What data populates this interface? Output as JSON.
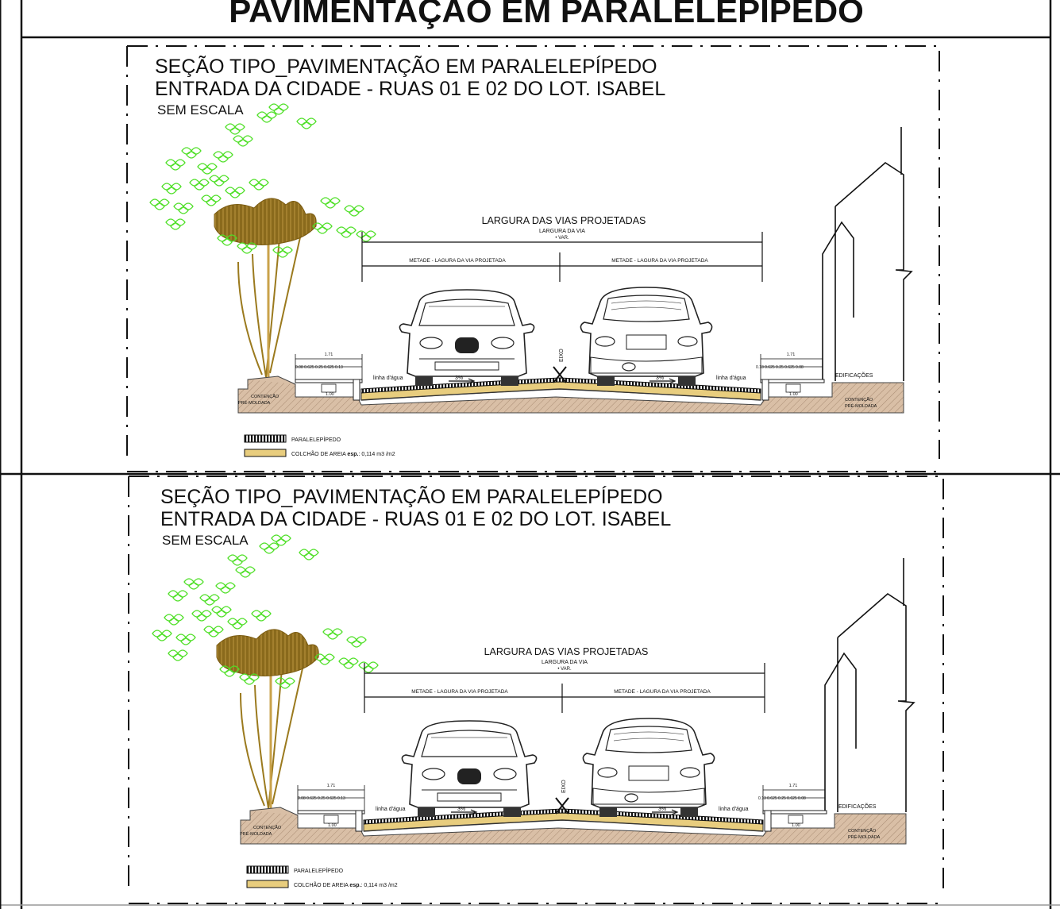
{
  "sheet": {
    "header_title": "PAVIMENTAÇÃO EM PARALELEPÍPEDO"
  },
  "sections": [
    {
      "title_line1": "SEÇÃO TIPO_PAVIMENTAÇÃO EM PARALELEPÍPEDO",
      "title_line2": "ENTRADA DA CIDADE - RUAS 01 E 02 DO LOT. ISABEL",
      "scale_note": "SEM ESCALA",
      "width_title": "LARGURA DAS VIAS PROJETADAS",
      "road_width_label": "LARGURA DA VIA",
      "road_width_value": "• VAR.",
      "half_left": "METADE - LAGURA DA VIA PROJETADA",
      "half_right": "METADE - LAGURA DA VIA PROJETADA",
      "axis_label": "EIXO",
      "slope_left": "3%",
      "slope_right": "3%",
      "gutter_left": "linha d'água",
      "gutter_right": "linha d'água",
      "sidewalk_left_total": "1.71",
      "sidewalk_left_parts": "0.08 0.625   0.25   0.625 0.13",
      "sidewalk_left_sub": "1.00",
      "sidewalk_right_total": "1.71",
      "sidewalk_right_parts": "0.13 0.625   0.25   0.625 0.08",
      "sidewalk_right_sub": "1.00",
      "buildings_label": "EDIFICAÇÕES",
      "containment_left_1": "CONTENÇÃO",
      "containment_left_2": "PRÉ-MOLDADA",
      "containment_right_1": "CONTENÇÃO",
      "containment_right_2": "PRÉ-MOLDADA",
      "legend_1": "PARALELEPÍPEDO",
      "legend_2_a": "COLCHÃO DE AREIA",
      "legend_2_b": "esp.",
      "legend_2_c": ": 0,114 m3 /m2"
    },
    {
      "title_line1": "SEÇÃO TIPO_PAVIMENTAÇÃO EM PARALELEPÍPEDO",
      "title_line2": "ENTRADA DA CIDADE - RUAS 01 E 02 DO LOT. ISABEL",
      "scale_note": "SEM ESCALA",
      "width_title": "LARGURA DAS VIAS PROJETADAS",
      "road_width_label": "LARGURA DA VIA",
      "road_width_value": "• VAR.",
      "half_left": "METADE - LAGURA DA VIA PROJETADA",
      "half_right": "METADE - LAGURA DA VIA PROJETADA",
      "axis_label": "EIXO",
      "slope_left": "3%",
      "slope_right": "3%",
      "gutter_left": "linha d'água",
      "gutter_right": "linha d'água",
      "sidewalk_left_total": "1.71",
      "sidewalk_left_parts": "0.08 0.625   0.25   0.625 0.13",
      "sidewalk_left_sub": "1.00",
      "sidewalk_right_total": "1.71",
      "sidewalk_right_parts": "0.13 0.625   0.25   0.625 0.08",
      "sidewalk_right_sub": "1.00",
      "buildings_label": "EDIFICAÇÕES",
      "containment_left_1": "CONTENÇÃO",
      "containment_left_2": "PRÉ-MOLDADA",
      "containment_right_1": "CONTENÇÃO",
      "containment_right_2": "PRÉ-MOLDADA",
      "legend_1": "PARALELEPÍPEDO",
      "legend_2_a": "COLCHÃO DE AREIA",
      "legend_2_b": "esp.",
      "legend_2_c": ": 0,114 m3 /m2"
    }
  ],
  "colors": {
    "soil": "#d9bfa6",
    "sand": "#e8cd7e",
    "foliage": "#4ddf25",
    "trunk": "#9b7a1e",
    "canopy_dark": "#8a6a1c"
  }
}
